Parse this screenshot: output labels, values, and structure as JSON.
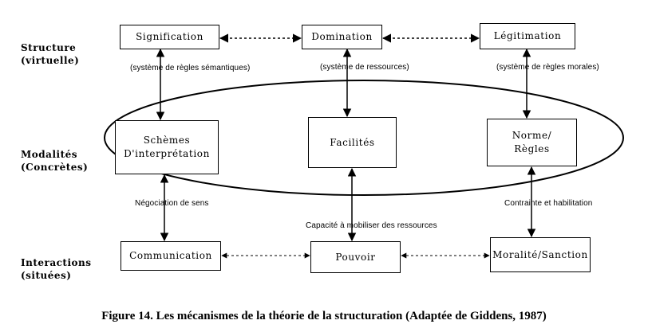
{
  "levels": {
    "structure": [
      "Structure",
      "(virtuelle)"
    ],
    "modalites": [
      "Modalités",
      "(Concrètes)"
    ],
    "interactions": [
      "Interactions",
      "(situées)"
    ]
  },
  "boxes": {
    "signification": "Signification",
    "domination": "Domination",
    "legitimation": "Légitimation",
    "schemes": [
      "Schèmes",
      "D'interprétation"
    ],
    "facilites": "Facilités",
    "norme": [
      "Norme/",
      "Règles"
    ],
    "communication": "Communication",
    "pouvoir": "Pouvoir",
    "moralite": "Moralité/Sanction"
  },
  "notes": {
    "semantiques": "(système de règles sémantiques)",
    "ressources": "(système de ressources)",
    "morales": "(système de règles morales)",
    "negociation": "Négociation de sens",
    "capacite": "Capacité à mobiliser des ressources",
    "contrainte": "Contrainte et habilitation"
  },
  "caption": "Figure 14. Les mécanismes de la théorie de la structuration (Adaptée de Giddens, 1987)"
}
